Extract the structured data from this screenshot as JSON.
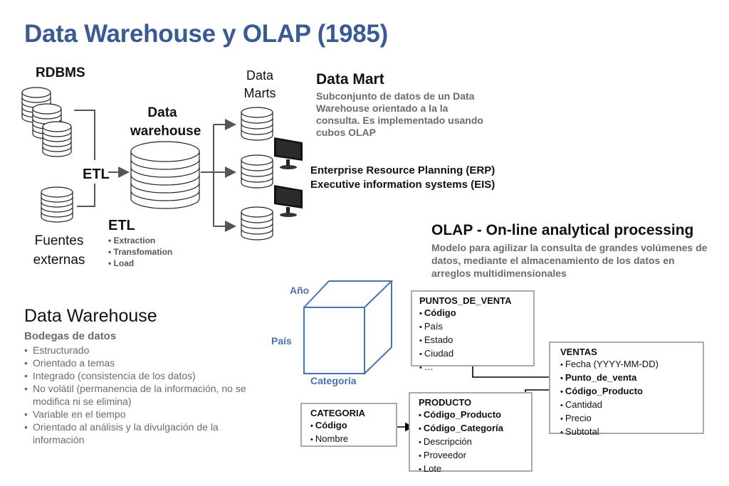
{
  "title": "Data Warehouse y OLAP (1985)",
  "left_diagram": {
    "rdbms_label": "RDBMS",
    "data_warehouse_label_1": "Data",
    "data_warehouse_label_2": "warehouse",
    "data_marts_label_1": "Data",
    "data_marts_label_2": "Marts",
    "etl_label": "ETL",
    "fuentes_label_1": "Fuentes",
    "fuentes_label_2": "externas",
    "etl_title": "ETL",
    "etl_items": [
      "Extraction",
      "Transfomation",
      "Load"
    ]
  },
  "data_mart": {
    "title": "Data Mart",
    "description": "Subconjunto de datos de un Data Warehouse orientado a la la consulta. Es implementado usando cubos OLAP"
  },
  "erp_line": "Enterprise Resource Planning (ERP)",
  "eis_line": "Executive information systems (EIS)",
  "olap": {
    "title": "OLAP - On-line analytical processing",
    "description": "Modelo para agilizar la consulta de grandes volúmenes de datos, mediante el almacenamiento de los datos en arreglos multidimensionales"
  },
  "data_warehouse_section": {
    "title": "Data Warehouse",
    "subtitle": "Bodegas de datos",
    "items": [
      "Estructurado",
      "Orientado a temas",
      "Integrado (consistencia de los datos)",
      "No volátil (permanencia de la información, no se modifica ni se elimina)",
      "Variable en el tiempo",
      "Orientado al análisis y la divulgación de la información"
    ]
  },
  "cube": {
    "label_top": "Año",
    "label_left": "País",
    "label_bottom": "Categoría"
  },
  "tables": {
    "puntos": {
      "name": "PUNTOS_DE_VENTA",
      "fields": [
        "Código",
        "País",
        "Estado",
        "Ciudad",
        "…"
      ]
    },
    "ventas": {
      "name": "VENTAS",
      "fields": [
        "Fecha (YYYY-MM-DD)",
        "Punto_de_venta",
        "Código_Producto",
        "Cantidad",
        "Precio",
        "Subtotal"
      ]
    },
    "producto": {
      "name": "PRODUCTO",
      "fields": [
        "Código_Producto",
        "Código_Categoría",
        "Descripción",
        "Proveedor",
        "Lote"
      ]
    },
    "categoria": {
      "name": "CATEGORIA",
      "fields": [
        "Código",
        "Nombre"
      ]
    }
  },
  "colors": {
    "title": "#3b5a93",
    "key_blue": "#4a72b0",
    "key_red": "#d93025",
    "gray_text": "#6b6b6b"
  }
}
